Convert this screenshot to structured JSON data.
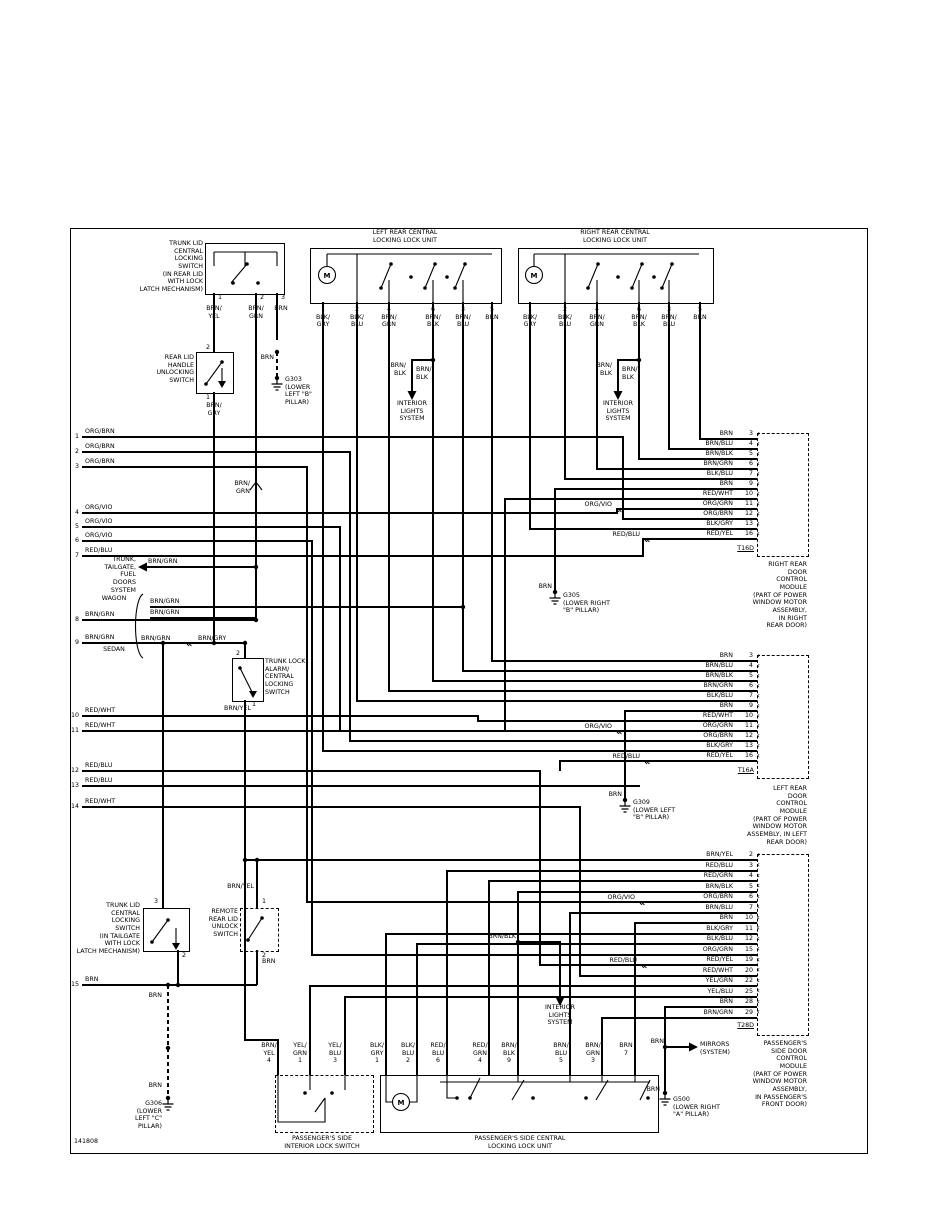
{
  "diagram_id": "141808",
  "units": {
    "motor": "M"
  },
  "top_left_switch": {
    "label": "TRUNK LID\nCENTRAL\nLOCKING\nSWITCH\n(IN REAR LID\nWITH LOCK\nLATCH MECHANISM)",
    "pins": [
      {
        "pin": "1",
        "wire": "BRN/\nYEL"
      },
      {
        "pin": "2",
        "wire": "BRN/\nGRN"
      },
      {
        "pin": "3",
        "wire": "BRN"
      }
    ]
  },
  "rear_lid_handle_switch": {
    "label": "REAR LID\nHANDLE\nUNLOCKING\nSWITCH",
    "pin_top": "2",
    "pin_bottom": "1",
    "wire_bottom": "BRN/\nGRY"
  },
  "left_rear_unit": {
    "title": "LEFT REAR CENTRAL\nLOCKING LOCK UNIT",
    "pins": [
      "1\nBLK/\nGRY",
      "2\nBLK/\nBLU",
      "4\nBRN/\nGRN",
      "6\nBRN/\nBLK",
      "3\nBRN/\nBLU",
      "5\nBRN"
    ]
  },
  "right_rear_unit": {
    "title": "RIGHT REAR CENTRAL\nLOCKING LOCK UNIT",
    "pins": [
      "1\nBLK/\nGRY",
      "2\nBLK/\nBLU",
      "4\nBRN/\nGRN",
      "6\nBRN/\nBLK",
      "3\nBRN/\nBLU",
      "5\nBRN"
    ]
  },
  "interior_lights": {
    "label": "INTERIOR\nLIGHTS\nSYSTEM",
    "wire_a": "BRN/\nBLK",
    "wire_b": "BRN/\nBLK",
    "wire_c": "BRN/BLK"
  },
  "trunk_tailgate": {
    "label": "TRUNK,\nTAILGATE,\nFUEL\nDOORS\nSYSTEM",
    "wire": "BRN/GRN",
    "wagon": "WAGON",
    "sedan": "SEDAN",
    "wagon_wire_1": "BRN/GRN",
    "wagon_wire_2": "BRN/GRN"
  },
  "row9_splice": {
    "left": "BRN/GRN",
    "right": "BRN/GRY"
  },
  "vert_brn_grn": "BRN/\nGRN",
  "trunk_lock_alarm_switch": {
    "label": "TRUNK LOCK\nALARM/\nCENTRAL\nLOCKING\nSWITCH",
    "pin_top": "2",
    "pin_bottom": "1",
    "wire_bottom": "BRN/YEL"
  },
  "left_rows": [
    {
      "num": "1",
      "wire": "ORG/BRN"
    },
    {
      "num": "2",
      "wire": "ORG/BRN"
    },
    {
      "num": "3",
      "wire": "ORG/BRN"
    },
    {
      "num": "4",
      "wire": "ORG/VIO"
    },
    {
      "num": "5",
      "wire": "ORG/VIO"
    },
    {
      "num": "6",
      "wire": "ORG/VIO"
    },
    {
      "num": "7",
      "wire": "RED/BLU"
    },
    {
      "num": "8",
      "wire": "BRN/GRN"
    },
    {
      "num": "9",
      "wire": "BRN/GRN"
    },
    {
      "num": "10",
      "wire": "RED/WHT"
    },
    {
      "num": "11",
      "wire": "RED/WHT"
    },
    {
      "num": "12",
      "wire": "RED/BLU"
    },
    {
      "num": "13",
      "wire": "RED/BLU"
    },
    {
      "num": "14",
      "wire": "RED/WHT"
    },
    {
      "num": "15",
      "wire": "BRN"
    }
  ],
  "modules": {
    "right_rear": {
      "title": "RIGHT REAR\nDOOR\nCONTROL\nMODULE\n(PART OF POWER\nWINDOW MOTOR\nASSEMBLY,\nIN RIGHT\nREAR DOOR)",
      "connector": "T16D",
      "splice_11": "ORG/VIO",
      "splice_16": "RED/BLU",
      "rows": [
        {
          "wire": "BRN",
          "pin": "3"
        },
        {
          "wire": "BRN/BLU",
          "pin": "4"
        },
        {
          "wire": "BRN/BLK",
          "pin": "5"
        },
        {
          "wire": "BRN/GRN",
          "pin": "6"
        },
        {
          "wire": "BLK/BLU",
          "pin": "7"
        },
        {
          "wire": "BRN",
          "pin": "9"
        },
        {
          "wire": "RED/WHT",
          "pin": "10"
        },
        {
          "wire": "ORG/GRN",
          "pin": "11"
        },
        {
          "wire": "ORG/BRN",
          "pin": "12"
        },
        {
          "wire": "BLK/GRY",
          "pin": "13"
        },
        {
          "wire": "RED/YEL",
          "pin": "16"
        }
      ]
    },
    "left_rear": {
      "title": "LEFT REAR\nDOOR\nCONTROL\nMODULE\n(PART OF POWER\nWINDOW MOTOR\nASSEMBLY, IN LEFT\nREAR DOOR)",
      "connector": "T16A",
      "splice_11": "ORG/VIO",
      "splice_16": "RED/BLU",
      "rows": [
        {
          "wire": "BRN",
          "pin": "3"
        },
        {
          "wire": "BRN/BLU",
          "pin": "4"
        },
        {
          "wire": "BRN/BLK",
          "pin": "5"
        },
        {
          "wire": "BRN/GRN",
          "pin": "6"
        },
        {
          "wire": "BLK/BLU",
          "pin": "7"
        },
        {
          "wire": "BRN",
          "pin": "9"
        },
        {
          "wire": "RED/WHT",
          "pin": "10"
        },
        {
          "wire": "ORG/GRN",
          "pin": "11"
        },
        {
          "wire": "ORG/BRN",
          "pin": "12"
        },
        {
          "wire": "BLK/GRY",
          "pin": "13"
        },
        {
          "wire": "RED/YEL",
          "pin": "16"
        }
      ]
    },
    "passenger": {
      "title": "PASSENGER'S\nSIDE DOOR\nCONTROL\nMODULE\n(PART OF POWER\nWINDOW MOTOR\nASSEMBLY,\nIN PASSENGER'S\nFRONT DOOR)",
      "connector": "T28D",
      "splice_6": "ORG/VIO",
      "splice_19": "RED/BLU",
      "rows": [
        {
          "wire": "BRN/YEL",
          "pin": "2"
        },
        {
          "wire": "RED/BLU",
          "pin": "3"
        },
        {
          "wire": "RED/GRN",
          "pin": "4"
        },
        {
          "wire": "BRN/BLK",
          "pin": "5"
        },
        {
          "wire": "ORG/BRN",
          "pin": "6"
        },
        {
          "wire": "BRN/BLU",
          "pin": "7"
        },
        {
          "wire": "BRN",
          "pin": "10"
        },
        {
          "wire": "BLK/GRY",
          "pin": "11"
        },
        {
          "wire": "BLK/BLU",
          "pin": "12"
        },
        {
          "wire": "ORG/GRN",
          "pin": "15"
        },
        {
          "wire": "RED/YEL",
          "pin": "19"
        },
        {
          "wire": "RED/WHT",
          "pin": "20"
        },
        {
          "wire": "YEL/GRN",
          "pin": "22"
        },
        {
          "wire": "YEL/BLU",
          "pin": "25"
        },
        {
          "wire": "BRN",
          "pin": "28"
        },
        {
          "wire": "BRN/GRN",
          "pin": "29"
        }
      ]
    }
  },
  "grounds": {
    "g303": {
      "wire": "BRN",
      "text": "G303\n(LOWER\nLEFT \"B\"\nPILLAR)"
    },
    "g305": {
      "wire": "BRN",
      "text": "G305\n(LOWER RIGHT\n\"B\" PILLAR)"
    },
    "g309": {
      "wire": "BRN",
      "text": "G309\n(LOWER LEFT\n\"B\" PILLAR)"
    },
    "g306": {
      "wire": "BRN",
      "text": "G306\n(LOWER\nLEFT \"C\"\nPILLAR)"
    },
    "g500": {
      "wire": "BRN",
      "text": "G500\n(LOWER RIGHT\n\"A\" PILLAR)"
    }
  },
  "bottom_left_switch": {
    "label": "TRUNK LID\nCENTRAL\nLOCKING\nSWITCH\n(IN TAILGATE\nWITH LOCK\nLATCH MECHANISM)",
    "pin_top": "3",
    "pin_bottom": "2",
    "wire_bottom": "BRN"
  },
  "remote_switch": {
    "label": "REMOTE\nREAR LID\nUNLOCK\nSWITCH",
    "wire_top": "BRN/YEL",
    "pin_top": "1",
    "pin_bottom": "2",
    "wire_bottom": "BRN"
  },
  "interior_lock_switch": {
    "label": "PASSENGER'S SIDE\nINTERIOR LOCK SWITCH",
    "pins": [
      "BRN/\nYEL\n4",
      "YEL/\nGRN\n1",
      "YEL/\nBLU\n3"
    ]
  },
  "pass_lock_unit": {
    "title": "PASSENGER'S SIDE CENTRAL\nLOCKING LOCK UNIT",
    "pins": [
      "BLK/\nGRY\n1",
      "BLK/\nBLU\n2",
      "RED/\nBLU\n6",
      "RED/\nGRN\n4",
      "BRN/\nBLK\n9",
      "BRN/\nBLU\n5",
      "BRN/\nGRN\n3",
      "BRN\n7"
    ]
  },
  "mirrors": {
    "wire": "BRN",
    "label": "MIRRORS\n(SYSTEM)"
  }
}
